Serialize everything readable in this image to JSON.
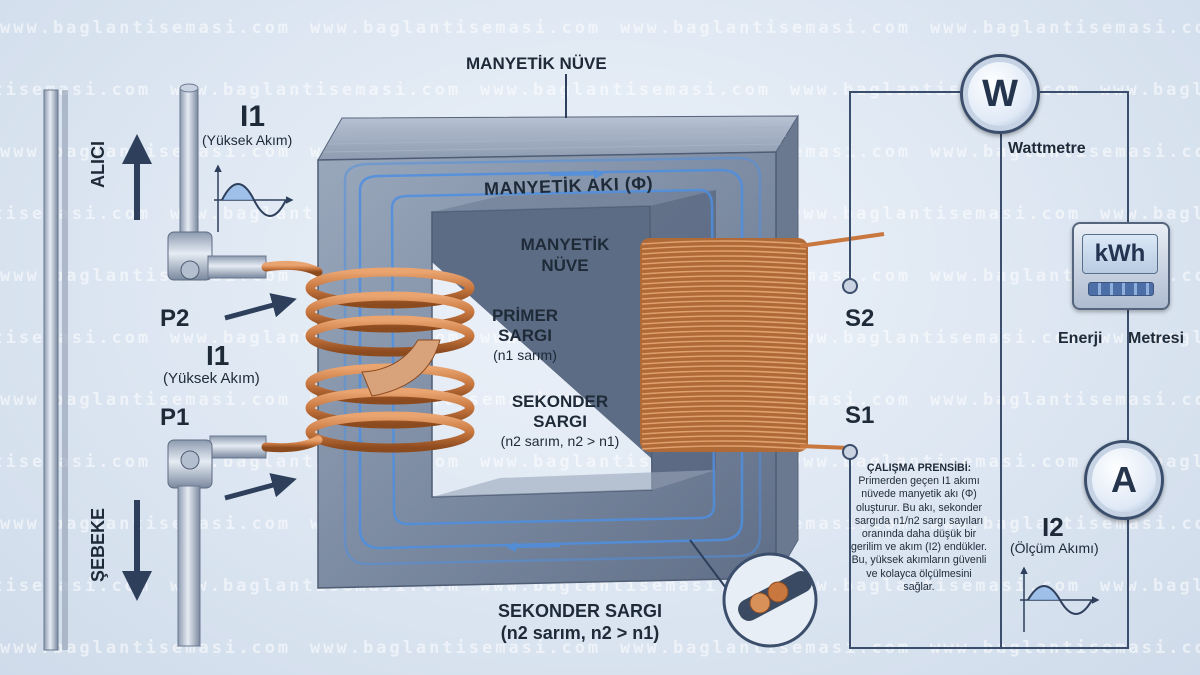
{
  "labels": {
    "core_top": "MANYETİK NÜVE",
    "flux": "MANYETİK AKI (Φ)",
    "core_inner_1": "MANYETİK",
    "core_inner_2": "NÜVE",
    "primary_1": "PRİMER",
    "primary_2": "SARGI",
    "primary_3": "(n1 sarım)",
    "secondary_1": "SEKONDER",
    "secondary_2": "SARGI",
    "secondary_3": "(n2 sarım, n2 > n1)",
    "secondary_bottom_1": "SEKONDER SARGI",
    "secondary_bottom_2": "(n2 sarım, n2 > n1)",
    "alici": "ALICI",
    "sebeke": "ŞEBEKE",
    "i1_top": "I1",
    "i1_top_sub": "(Yüksek Akım)",
    "i1_mid": "I1",
    "i1_mid_sub": "(Yüksek Akım)",
    "p2": "P2",
    "p1": "P1",
    "s2": "S2",
    "s1": "S1",
    "wattmetre": "Wattmetre",
    "enerji": "Enerji",
    "metresi": "Metresi",
    "i2": "I2",
    "i2_sub": "(Ölçüm Akımı)"
  },
  "meters": {
    "watt_symbol": "W",
    "amp_symbol": "A",
    "kwh_display": "kWh"
  },
  "principle": {
    "title": "ÇALIŞMA PRENSİBİ:",
    "body": "Primerden geçen I1 akımı nüvede manyetik akı (Φ) oluşturur. Bu akı, sekonder sargıda n1/n2 sargı sayıları oranında daha düşük bir gerilim ve akım (I2) endükler. Bu, yüksek akımların güvenli ve kolayca ölçülmesini sağlar."
  },
  "watermark": "www.baglantisemasi.com",
  "colors": {
    "copper": "#c8773f",
    "core": "#7f8fa6",
    "flux": "#4e8fe0",
    "text": "#1e2a38",
    "arrow": "#2e3f5c"
  }
}
